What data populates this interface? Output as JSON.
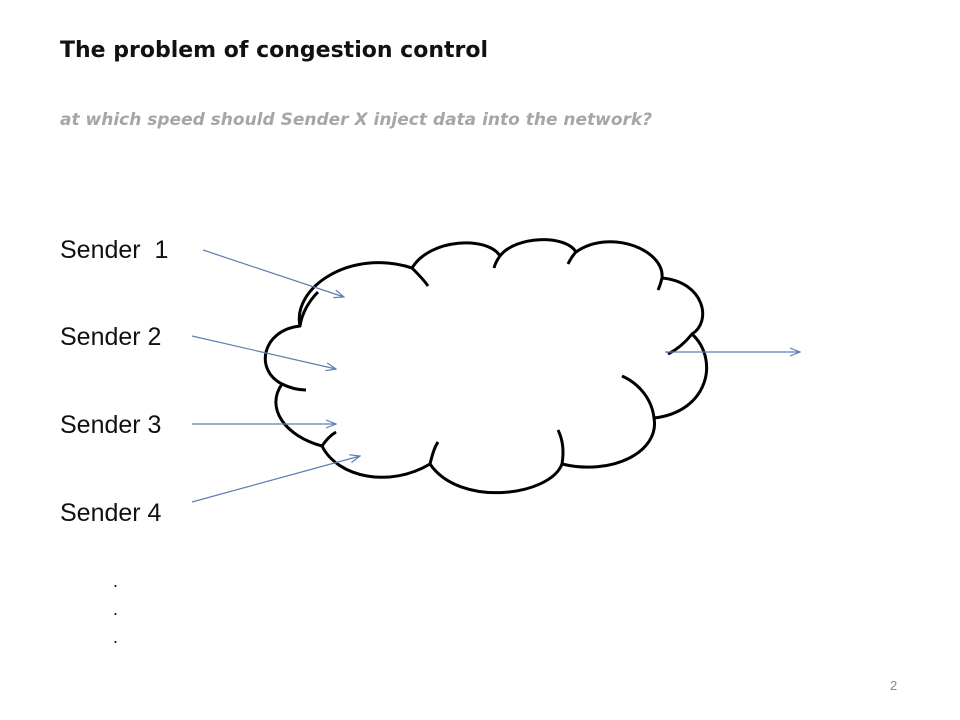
{
  "slide": {
    "title": "The problem of congestion control",
    "subtitle": "at which speed should Sender X inject data into the network?",
    "senders": [
      {
        "label": "Sender  1"
      },
      {
        "label": "Sender 2"
      },
      {
        "label": "Sender 3"
      },
      {
        "label": "Sender 4"
      }
    ],
    "continuation_dots": [
      ".",
      ".",
      "."
    ],
    "page_number": "2"
  },
  "colors": {
    "title": "#111111",
    "subtitle": "#a6a6a6",
    "arrow": "#5b7fb4",
    "cloud_outline": "#000000"
  },
  "icons": {
    "network": "cloud-icon",
    "flow": "arrow-icon"
  }
}
